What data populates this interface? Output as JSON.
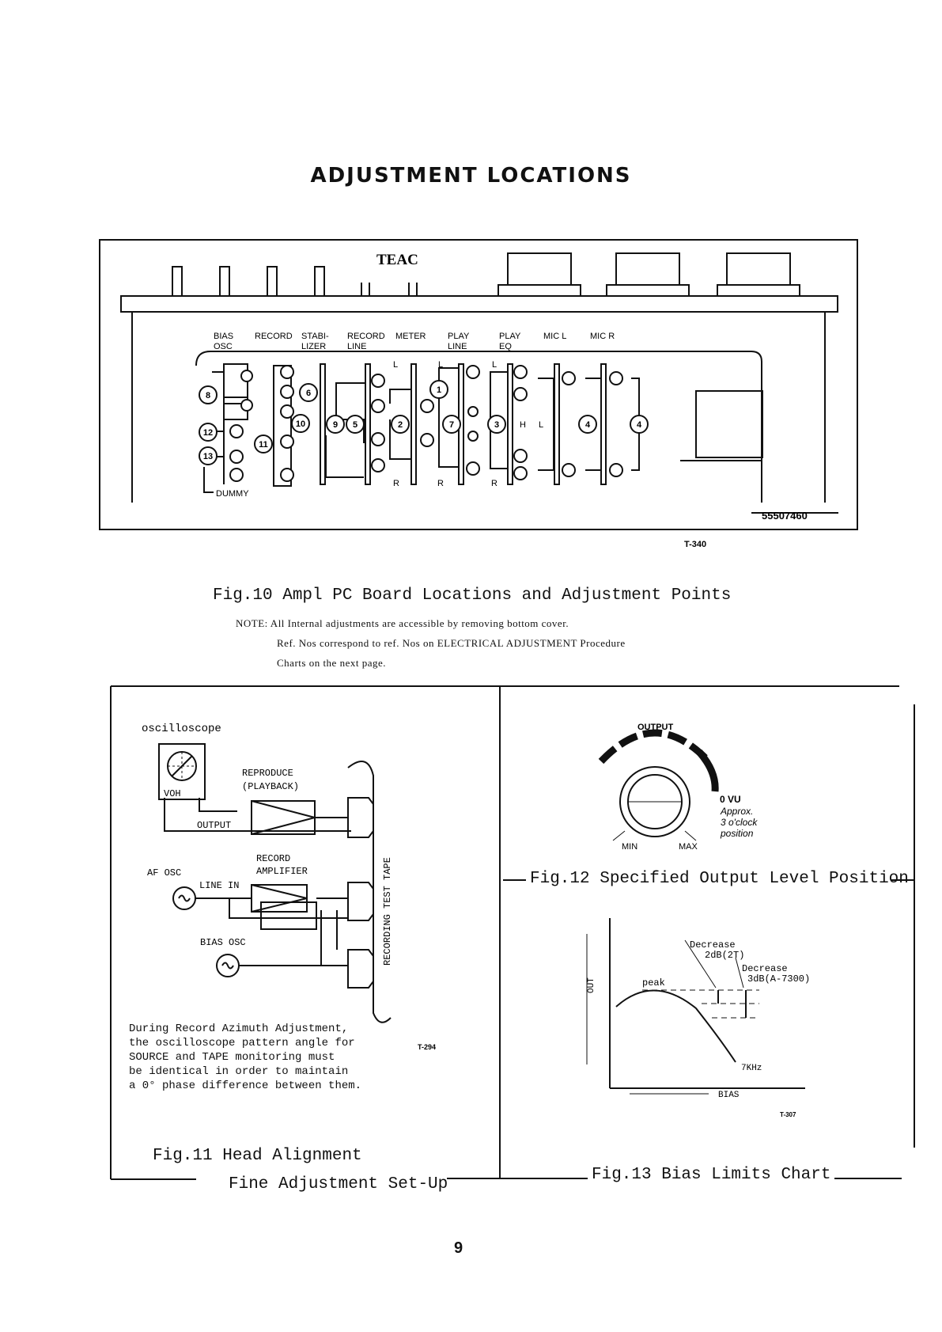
{
  "page": {
    "title": "ADJUSTMENT LOCATIONS",
    "page_number": "9"
  },
  "fig10": {
    "brand": "TEAC",
    "part_number": "55507460",
    "tag": "T-340",
    "caption": "Fig.10   Ampl PC Board Locations and Adjustment Points",
    "note_lines": [
      "NOTE: All Internal adjustments are accessible by removing bottom cover.",
      "Ref. Nos correspond to ref. Nos on ELECTRICAL ADJUSTMENT Procedure",
      "Charts on the next page."
    ],
    "labels": {
      "bias_osc_1": "BIAS",
      "bias_osc_2": "OSC",
      "record": "RECORD",
      "stabilizer_1": "STABI-",
      "stabilizer_2": "LIZER",
      "record_line_1": "RECORD",
      "record_line_2": "LINE",
      "meter": "METER",
      "play_line_1": "PLAY",
      "play_line_2": "LINE",
      "play_eq_1": "PLAY",
      "play_eq_2": "EQ",
      "mic_l": "MIC L",
      "mic_r": "MIC R",
      "dummy": "DUMMY",
      "ch_l": "L",
      "ch_r": "R",
      "ch_h": "H"
    },
    "ref_numbers": [
      "8",
      "12",
      "13",
      "6",
      "10",
      "11",
      "9",
      "5",
      "2",
      "1",
      "7",
      "3",
      "4",
      "4"
    ]
  },
  "fig11": {
    "oscilloscope": "oscilloscope",
    "scope_face": "VOH",
    "reproduce_1": "REPRODUCE",
    "reproduce_2": "(PLAYBACK)",
    "output": "OUTPUT",
    "record_1": "RECORD",
    "record_2": "AMPLIFIER",
    "af_osc": "AF OSC",
    "line_in": "LINE IN",
    "bias_osc": "BIAS OSC",
    "tape": "RECORDING TEST TAPE",
    "tag": "T-294",
    "desc_lines": [
      "During Record Azimuth Adjustment,",
      "the oscilloscope pattern angle for",
      "SOURCE and TAPE monitoring must",
      "be identical in order to maintain",
      "a 0° phase difference between them."
    ],
    "caption_1": "Fig.11   Head Alignment",
    "caption_2": "Fine Adjustment Set-Up"
  },
  "fig12": {
    "output": "OUTPUT",
    "vu": "0 VU",
    "approx_1": "Approx.",
    "approx_2": "3 o'clock",
    "approx_3": "position",
    "min": "MIN",
    "max": "MAX",
    "caption": "Fig.12 Specified Output Level Position"
  },
  "fig13": {
    "dec1_1": "Decrease",
    "dec1_2": "2dB(2T)",
    "dec2_1": "Decrease",
    "dec2_2": "3dB(A-7300)",
    "peak": "peak",
    "out": "OUT",
    "khz": "7KHz",
    "bias": "BIAS",
    "tag": "T-307",
    "caption": "Fig.13   Bias Limits Chart"
  }
}
